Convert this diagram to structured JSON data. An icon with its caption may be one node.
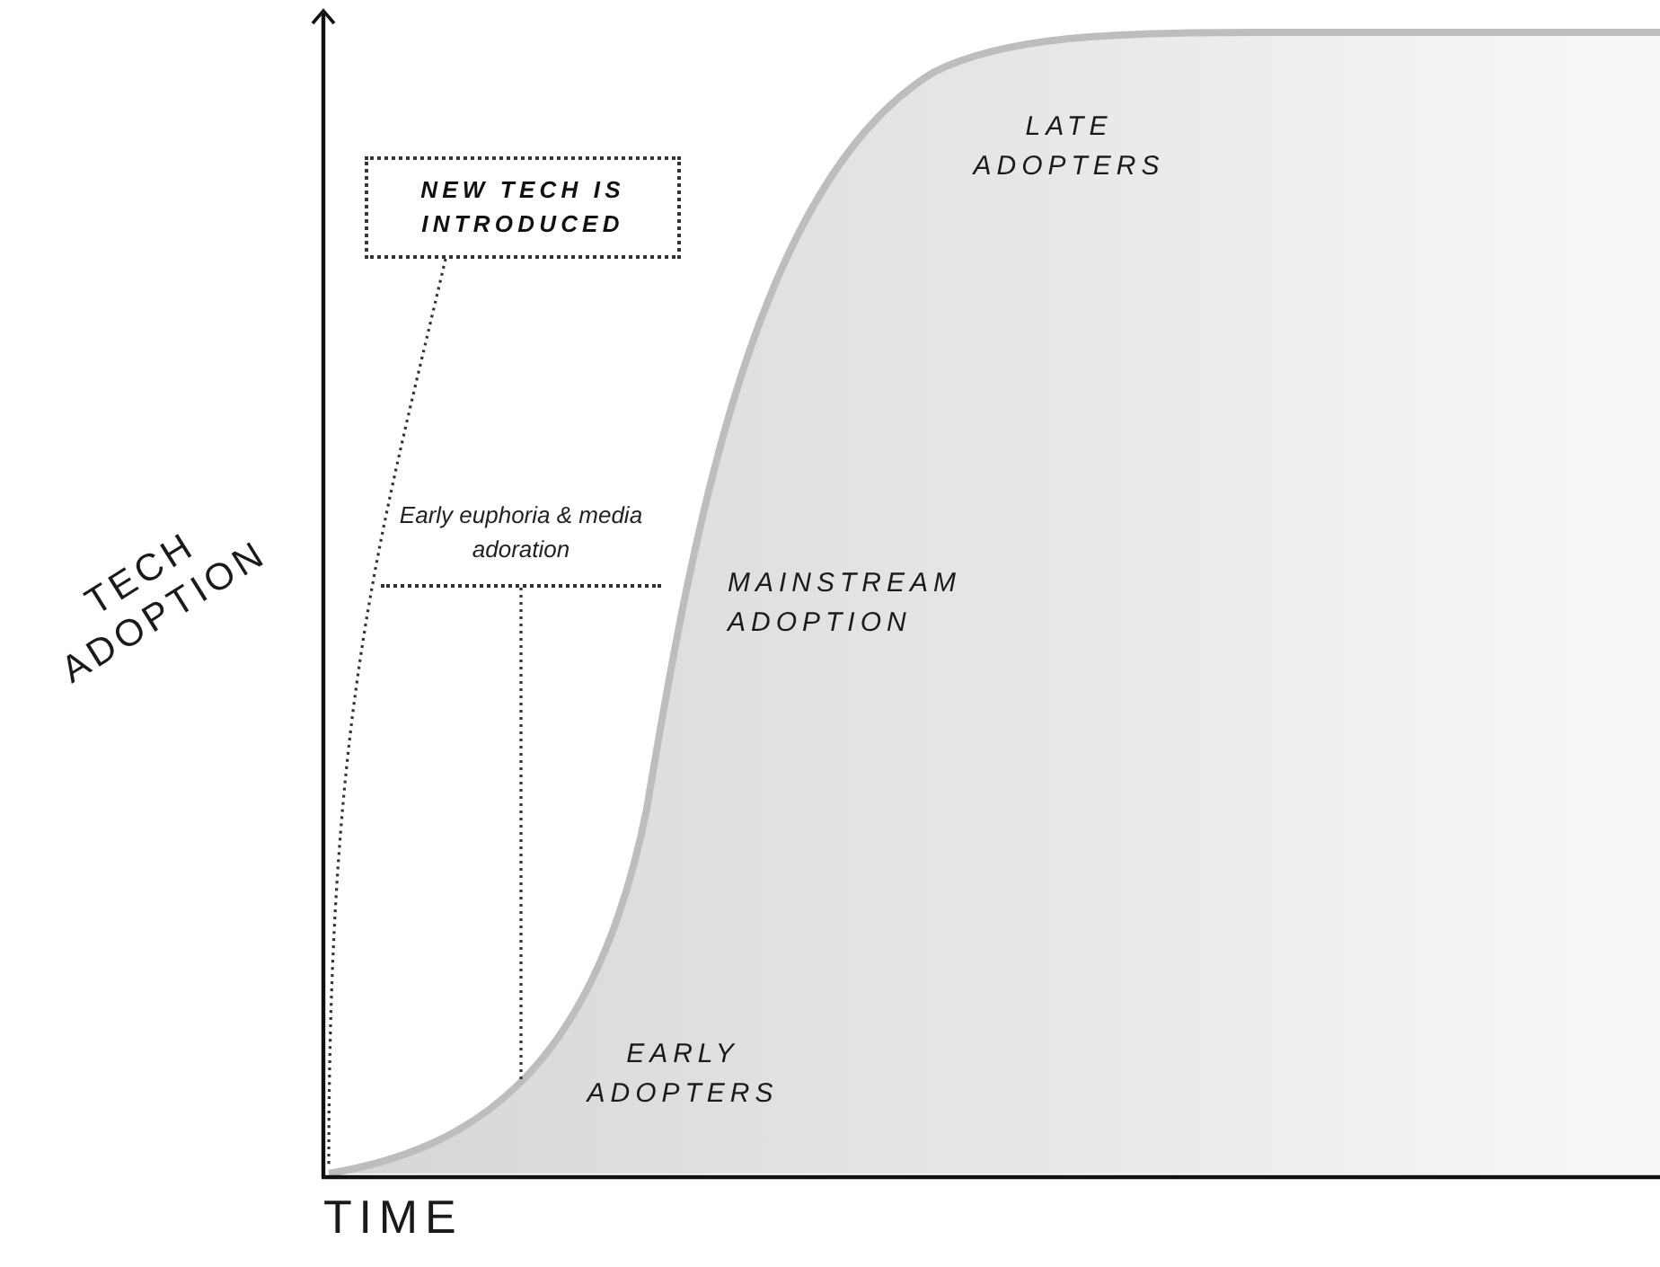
{
  "diagram": {
    "nodes": [
      {
        "text": [
          "NEW TECH IS INTRODUCED"
        ]
      },
      {
        "text": [
          "Early euphoria & media adoration"
        ]
      }
    ],
    "edges": [
      {
        "from": 0,
        "to": null,
        "arrow": "none",
        "style": "dashed"
      },
      {
        "from": 1,
        "to": null,
        "arrow": "none",
        "style": "dashed"
      }
    ],
    "labels": [
      "LATE ADOPTERS",
      "TECH ADOPTION",
      "MAINSTREAM ADOPTION",
      "EARLY ADOPTERS",
      "TIME"
    ]
  }
}
